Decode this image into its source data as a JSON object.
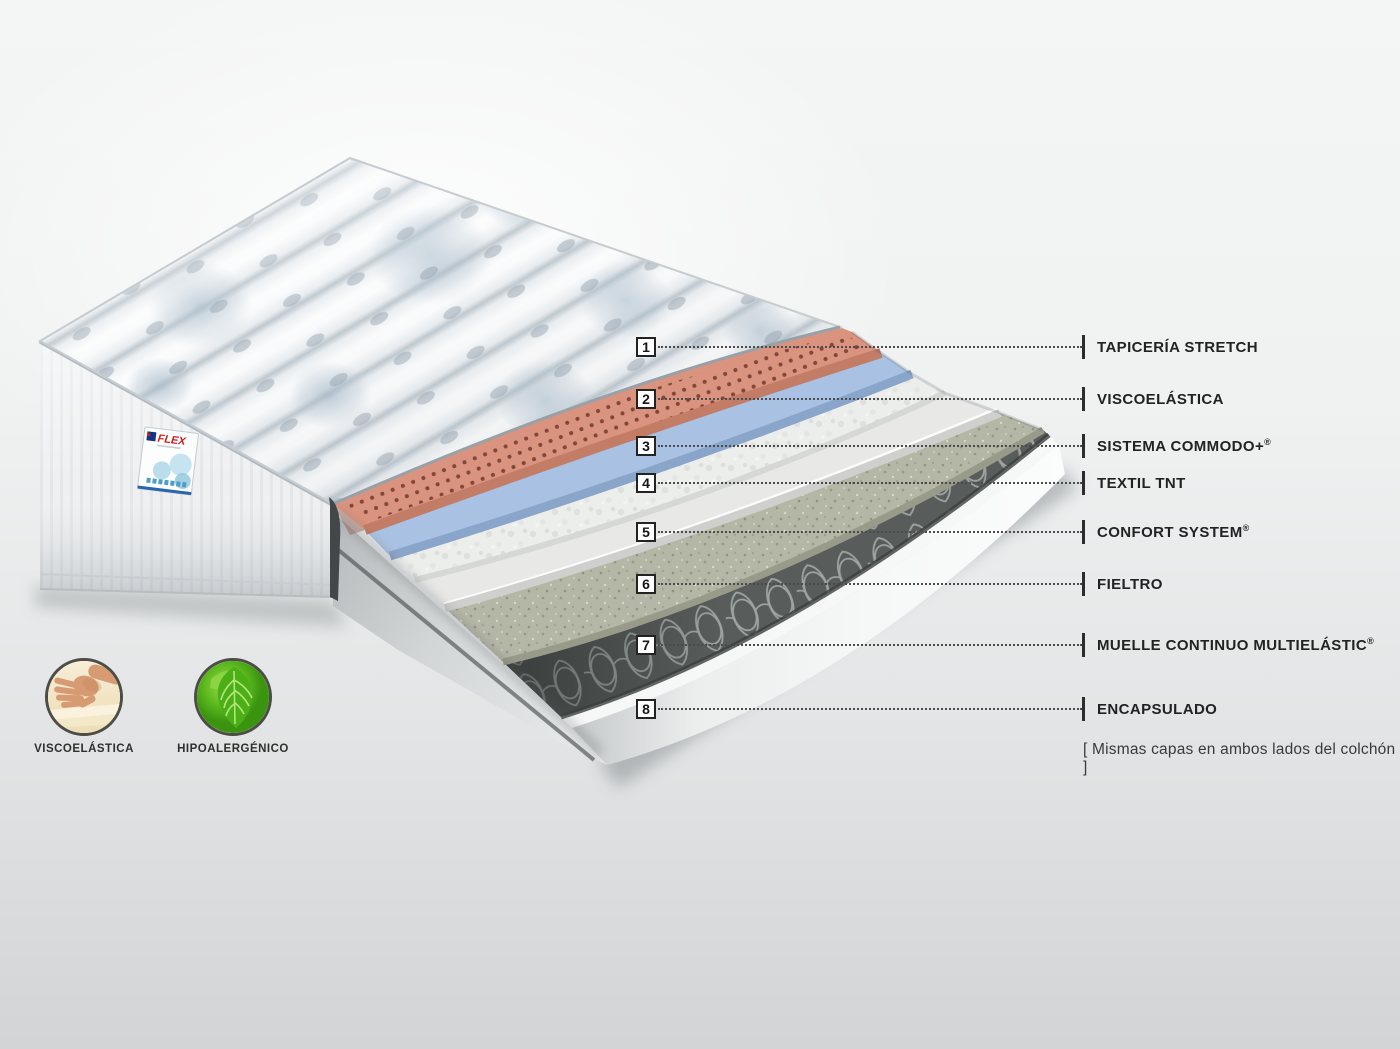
{
  "figure": {
    "brand": "FLEX",
    "note": "[ Mismas capas en ambos lados del colchón ]",
    "layers": [
      {
        "num": "1",
        "label": "TAPICERÍA STRETCH",
        "reg": "",
        "color": "#eef0f2"
      },
      {
        "num": "2",
        "label": "VISCOELÁSTICA",
        "reg": "",
        "color": "#d9937f"
      },
      {
        "num": "3",
        "label": "SISTEMA COMMODO+",
        "reg": "®",
        "color": "#a9c1e2"
      },
      {
        "num": "4",
        "label": "TEXTIL TNT",
        "reg": "",
        "color": "#eceeec"
      },
      {
        "num": "5",
        "label": "CONFORT SYSTEM",
        "reg": "®",
        "color": "#e8e9e7"
      },
      {
        "num": "6",
        "label": "FIELTRO",
        "reg": "",
        "color": "#b4b7a6"
      },
      {
        "num": "7",
        "label": "MUELLE CONTINUO MULTIELÁSTIC",
        "reg": "®",
        "color": "#585d5b"
      },
      {
        "num": "8",
        "label": "ENCAPSULADO",
        "reg": "",
        "color": "#f6f7f7"
      }
    ],
    "badges": [
      {
        "label": "VISCOELÁSTICA",
        "icon": "hand-on-foam-icon"
      },
      {
        "label": "HIPOALERGÉNICO",
        "icon": "green-leaf-icon"
      }
    ]
  }
}
